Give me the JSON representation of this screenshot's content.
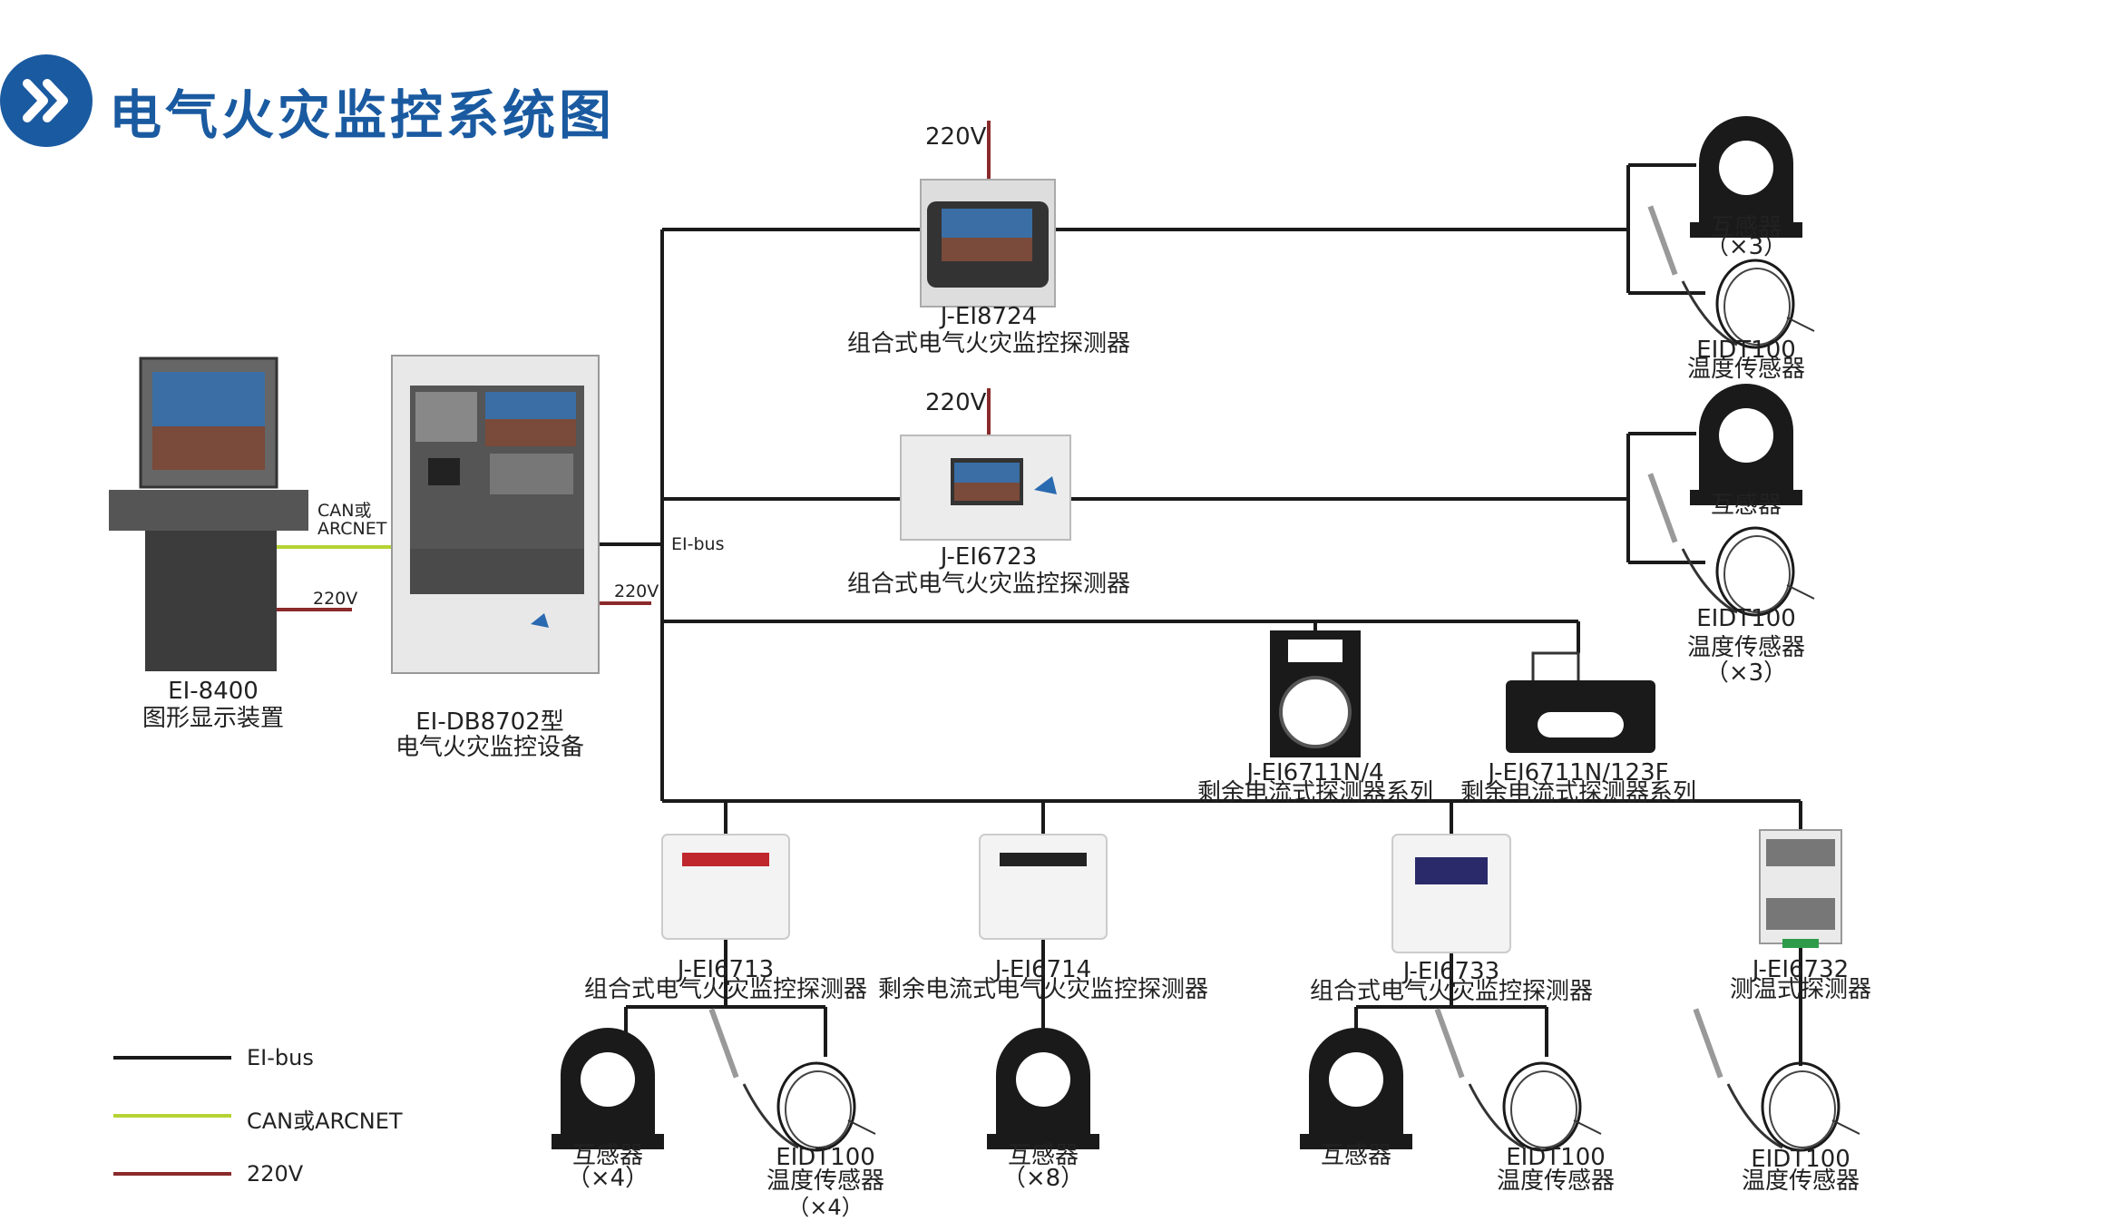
{
  "title": "电气火灾监控系统图",
  "colors": {
    "bus": "#1a1a1a",
    "can": "#b5d334",
    "power": "#8b2a2a",
    "brand": "#1a5aa0"
  },
  "buses": {
    "ei_bus": "EI-bus",
    "power_220v": "220V",
    "can_arcnet_line1": "CAN或",
    "can_arcnet_line2": "ARCNET"
  },
  "devices": {
    "ei8400": {
      "model": "EI-8400",
      "name": "图形显示装置"
    },
    "db8702": {
      "model": "EI-DB8702型",
      "name": "电气火灾监控设备"
    },
    "ei8724": {
      "model": "J-EI8724",
      "name": "组合式电气火灾监控探测器",
      "power": "220V"
    },
    "ei6723": {
      "model": "J-EI6723",
      "name": "组合式电气火灾监控探测器",
      "power": "220V"
    },
    "ei6711n4": {
      "model": "J-EI6711N/4",
      "name": "剩余电流式探测器系列"
    },
    "ei6711n123f": {
      "model": "J-EI6711N/123F",
      "name": "剩余电流式探测器系列"
    },
    "ei6713": {
      "model": "J-EI6713",
      "name": "组合式电气火灾监控探测器"
    },
    "ei6714": {
      "model": "J-EI6714",
      "name": "剩余电流式电气火灾监控探测器"
    },
    "ei6733": {
      "model": "J-EI6733",
      "name": "组合式电气火灾监控探测器"
    },
    "ei6732": {
      "model": "J-EI6732",
      "name": "测温式探测器"
    }
  },
  "sensors": {
    "ct_label": "互感器",
    "temp_model": "EIDT100",
    "temp_label": "温度传感器",
    "x3": "（×3）",
    "x4": "（×4）",
    "x8": "（×8）"
  },
  "legend": [
    {
      "label": "EI-bus",
      "color": "#1a1a1a"
    },
    {
      "label": "CAN或ARCNET",
      "color": "#b5d334"
    },
    {
      "label": "220V",
      "color": "#8b2a2a"
    }
  ]
}
